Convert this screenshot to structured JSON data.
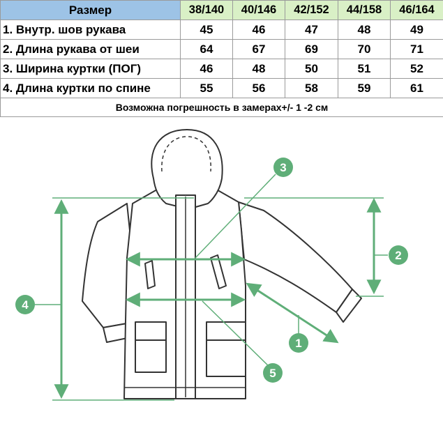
{
  "table": {
    "header_label": "Размер",
    "sizes": [
      "38/140",
      "40/146",
      "42/152",
      "44/158",
      "46/164"
    ],
    "rows": [
      {
        "label": "1. Внутр. шов рукава",
        "values": [
          "45",
          "46",
          "47",
          "48",
          "49"
        ]
      },
      {
        "label": "2. Длина рукава от шеи",
        "values": [
          "64",
          "67",
          "69",
          "70",
          "71"
        ]
      },
      {
        "label": "3. Ширина куртки (ПОГ)",
        "values": [
          "46",
          "48",
          "50",
          "51",
          "52"
        ]
      },
      {
        "label": "4. Длина куртки по спине",
        "values": [
          "55",
          "56",
          "58",
          "59",
          "61"
        ]
      }
    ],
    "note": "Возможна погрешность в замерах+/- 1 -2 см"
  },
  "diagram": {
    "markers": [
      "1",
      "2",
      "3",
      "4",
      "5"
    ],
    "colors": {
      "header_blue": "#9dc3e6",
      "header_green": "#d9f0c6",
      "measure_green": "#5fae78",
      "outline": "#333333"
    }
  }
}
